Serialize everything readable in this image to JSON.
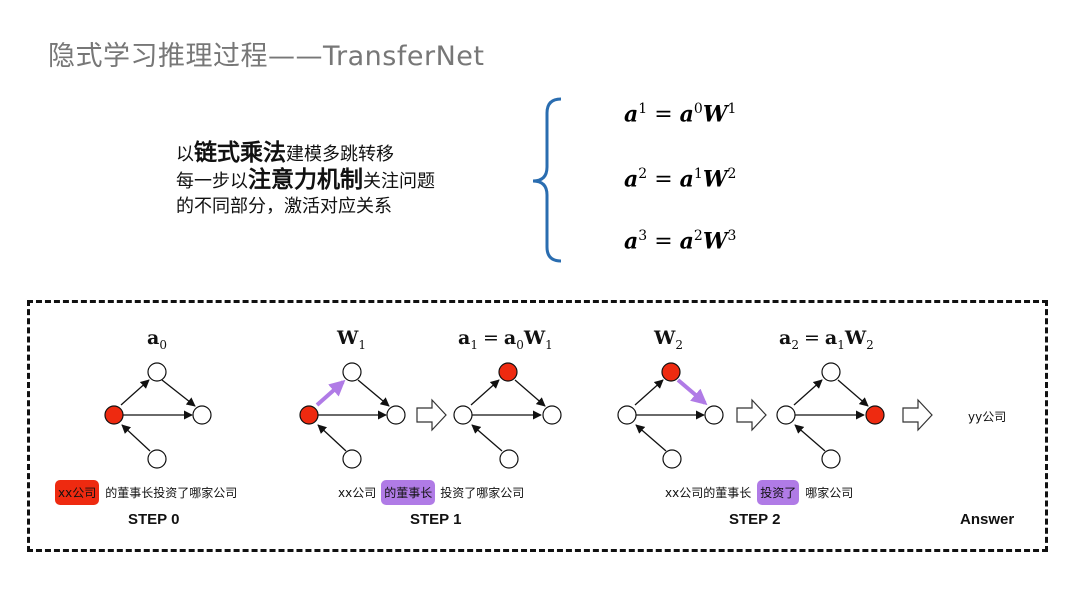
{
  "title": "隐式学习推理过程——TransferNet",
  "description": {
    "line1": {
      "pre": "以",
      "bold": "链式乘法",
      "post": "建模多跳转移"
    },
    "line2": {
      "pre": "每一步以",
      "bold": "注意力机制",
      "post": "关注问题"
    },
    "line3": "的不同部分，激活对应关系"
  },
  "equations": [
    {
      "lhs": "a",
      "lhs_sup": "1",
      "rhs_a": "a",
      "rhs_a_sup": "0",
      "rhs_w": "W",
      "rhs_w_sup": "1"
    },
    {
      "lhs": "a",
      "lhs_sup": "2",
      "rhs_a": "a",
      "rhs_a_sup": "1",
      "rhs_w": "W",
      "rhs_w_sup": "2"
    },
    {
      "lhs": "a",
      "lhs_sup": "3",
      "rhs_a": "a",
      "rhs_a_sup": "2",
      "rhs_w": "W",
      "rhs_w_sup": "3"
    }
  ],
  "graph_labels": {
    "a0": {
      "base": "a",
      "sub": "0"
    },
    "w1": {
      "base": "W",
      "sub": "1"
    },
    "a1": {
      "lhs": "a",
      "lhs_sub": "1",
      "b1": "a",
      "b1_sub": "0",
      "b2": "W",
      "b2_sub": "1"
    },
    "w2": {
      "base": "W",
      "sub": "2"
    },
    "a2": {
      "lhs": "a",
      "lhs_sub": "2",
      "b1": "a",
      "b1_sub": "1",
      "b2": "W",
      "b2_sub": "2"
    }
  },
  "sentences": {
    "step0": {
      "highlight": "xx公司",
      "rest": "的董事长投资了哪家公司"
    },
    "step1": {
      "pre": "xx公司",
      "highlight": "的董事长",
      "rest": "投资了哪家公司"
    },
    "step2": {
      "pre": "xx公司的董事长",
      "highlight": "投资了",
      "rest": "哪家公司"
    }
  },
  "steps": {
    "step0": "STEP 0",
    "step1": "STEP 1",
    "step2": "STEP 2",
    "answer": "Answer"
  },
  "answer_text": "yy公司",
  "colors": {
    "active_node": "#ee2a10",
    "attention": "#b07be6",
    "brace": "#2a6db0",
    "title": "#777777"
  }
}
